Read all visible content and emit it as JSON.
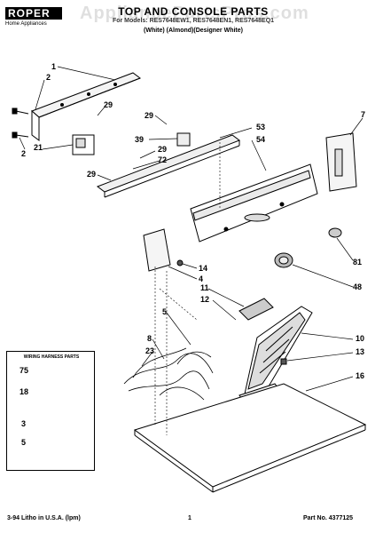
{
  "header": {
    "brand": "ROPER",
    "brand_sub": "Home Appliances",
    "title": "TOP AND CONSOLE PARTS",
    "models": "For Models: RES7648EW1, RES7648EN1, RES7648EQ1",
    "variants": "(White)    (Almond)(Designer White)",
    "watermark": "AppliancePartsPros.com"
  },
  "callouts": {
    "c1": "1",
    "c2a": "2",
    "c2b": "2",
    "c29a": "29",
    "c29b": "29",
    "c29c": "29",
    "c29d": "29",
    "c21": "21",
    "c39": "39",
    "c72": "72",
    "c53": "53",
    "c54": "54",
    "c7": "7",
    "c81": "81",
    "c14": "14",
    "c4": "4",
    "c48": "48",
    "c11": "11",
    "c12": "12",
    "c5": "5",
    "c8": "8",
    "c23": "23",
    "c10": "10",
    "c13": "13",
    "c16": "16"
  },
  "harness": {
    "title": "WIRING HARNESS PARTS",
    "c75": "75",
    "c18": "18",
    "c3": "3",
    "c5b": "5"
  },
  "footer": {
    "litho": "3-94 Litho in U.S.A. (lpm)",
    "page": "1",
    "part_no": "Part No. 4377125"
  }
}
